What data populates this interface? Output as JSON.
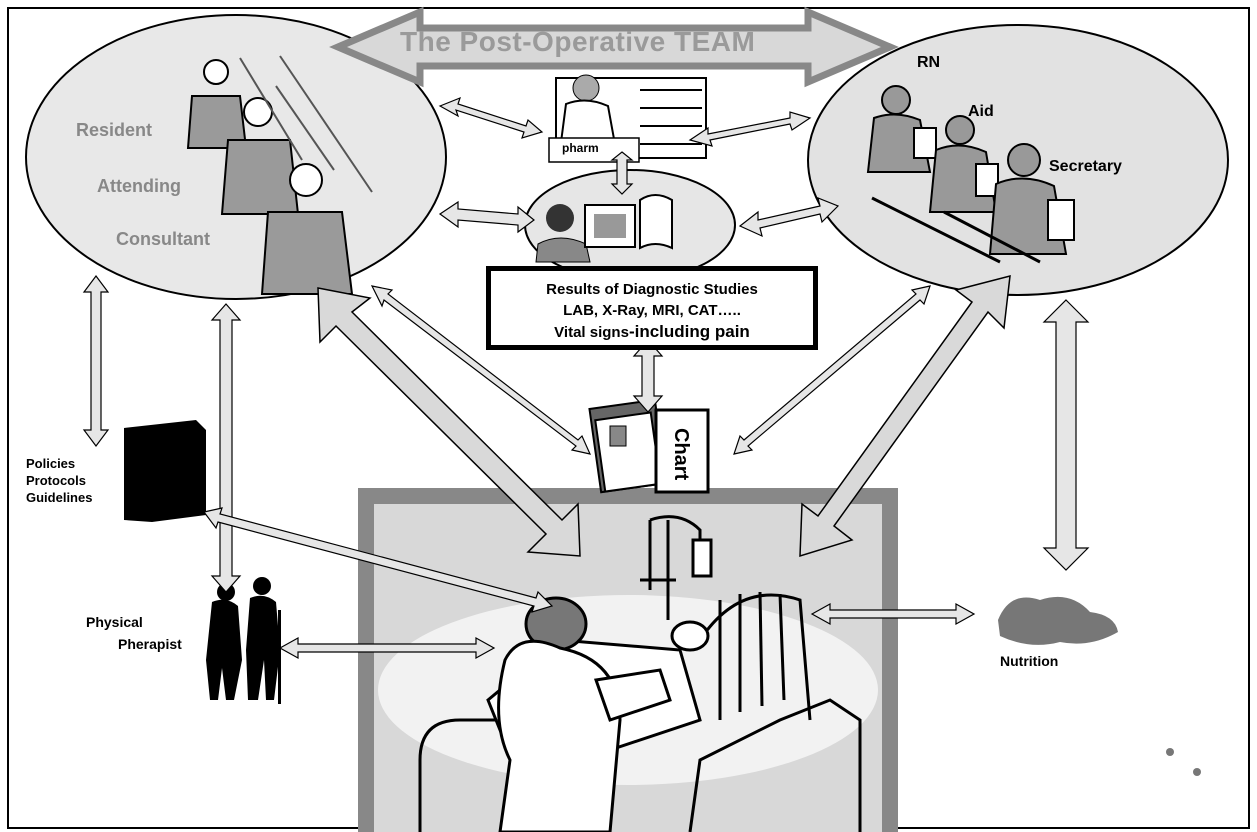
{
  "diagram": {
    "title": "The Post-Operative TEAM",
    "physicians": {
      "resident": "Resident",
      "attending": "Attending",
      "consultant": "Consultant"
    },
    "nursing": {
      "rn": "RN",
      "aid": "Aid",
      "secretary": "Secretary"
    },
    "pharmacy_label": "pharm",
    "results": {
      "line1": "Results of Diagnostic Studies",
      "line2": "LAB, X-Ray, MRI, CAT…..",
      "line3a": "Vital signs",
      "line3b": "-including pain"
    },
    "chart_label": "Chart",
    "policies": {
      "line1": "Policies",
      "line2": "Protocols",
      "line3": "Guidelines"
    },
    "physical_therapist": {
      "line1": "Physical",
      "line2": "Pherapist"
    },
    "nutrition": "Nutrition"
  }
}
